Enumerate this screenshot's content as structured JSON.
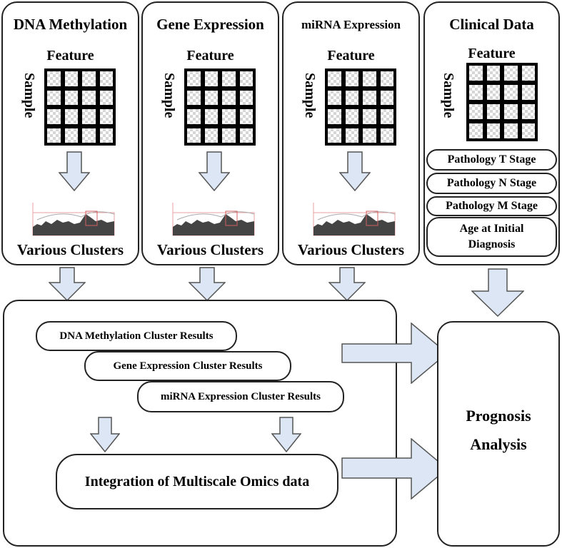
{
  "panels": [
    {
      "title": "DNA Methylation",
      "feature": "Feature",
      "sample": "Sample",
      "clusters": "Various Clusters"
    },
    {
      "title": "Gene Expression",
      "feature": "Feature",
      "sample": "Sample",
      "clusters": "Various Clusters"
    },
    {
      "title": "miRNA Expression",
      "feature": "Feature",
      "sample": "Sample",
      "clusters": "Various Clusters"
    }
  ],
  "clinical": {
    "title": "Clinical Data",
    "feature": "Feature",
    "sample": "Sample",
    "items": [
      "Pathology T Stage",
      "Pathology N Stage",
      "Pathology M Stage",
      "Age at Initial Diagnosis"
    ]
  },
  "integration": {
    "results": [
      "DNA Methylation Cluster Results",
      "Gene Expression Cluster Results",
      "miRNA Expression Cluster Results"
    ],
    "integration_label": "Integration of Multiscale Omics data"
  },
  "prognosis": {
    "line1": "Prognosis",
    "line2": "Analysis"
  },
  "colors": {
    "arrow_fill": "#dce6f4",
    "border": "#222222"
  }
}
